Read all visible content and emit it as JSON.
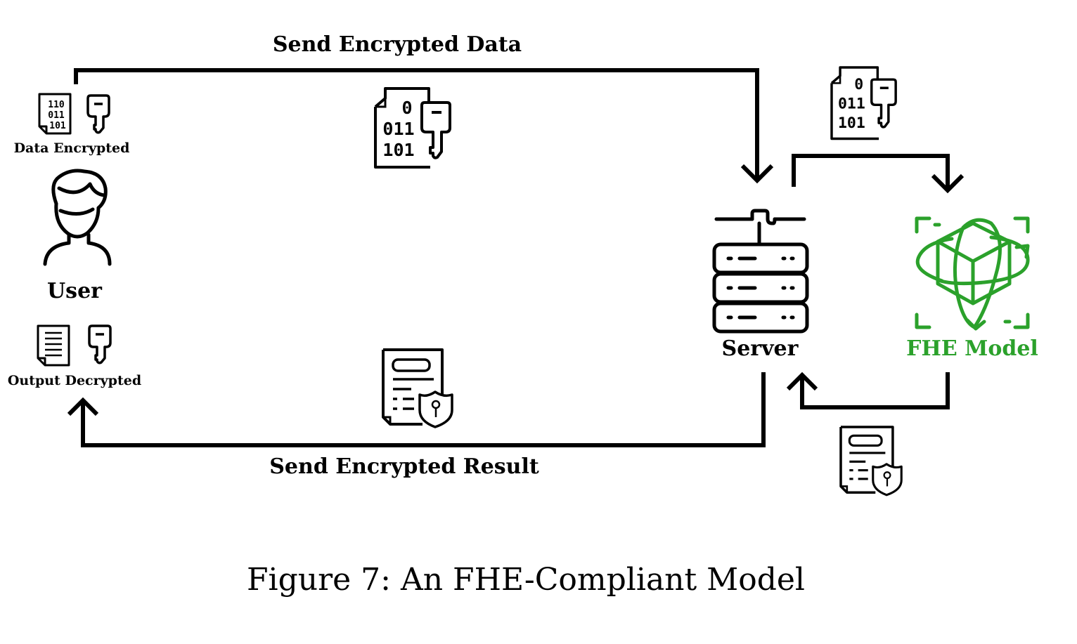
{
  "diagram": {
    "labels": {
      "send_data": "Send Encrypted Data",
      "send_result": "Send Encrypted Result",
      "data_encrypted": "Data Encrypted",
      "output_decrypted": "Output Decrypted",
      "user": "User",
      "server": "Server",
      "fhe_model": "FHE Model"
    },
    "binary": {
      "small": [
        "110",
        "011",
        "101"
      ],
      "large": [
        "0",
        "011",
        "101"
      ]
    },
    "caption": "Figure 7: An FHE-Compliant Model",
    "colors": {
      "ink": "#000000",
      "model_green": "#2ba12b",
      "background": "#ffffff"
    },
    "icons": [
      "file-binary-icon",
      "key-icon",
      "user-icon",
      "document-shield-icon",
      "server-icon",
      "fhe-model-cube-icon"
    ]
  }
}
